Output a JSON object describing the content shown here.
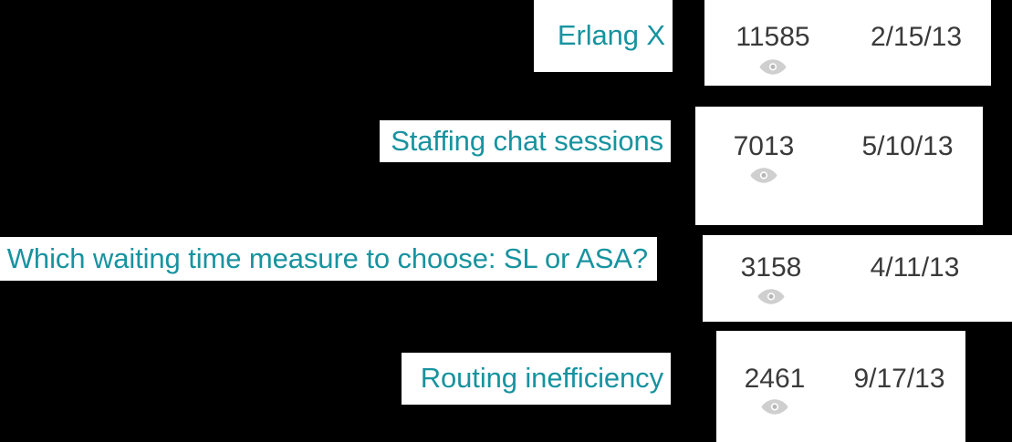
{
  "theme": {
    "background": "#000000",
    "panel_background": "#ffffff",
    "link_color": "#17939f",
    "stat_text_color": "#3a3a3a",
    "eye_icon_color": "#cfcfcf"
  },
  "list": {
    "columns": [
      "title",
      "views",
      "date"
    ],
    "items": [
      {
        "title": "Erlang X",
        "views": "11585",
        "date": "2/15/13",
        "views_icon": "eye-icon"
      },
      {
        "title": "Staffing chat sessions",
        "views": "7013",
        "date": "5/10/13",
        "views_icon": "eye-icon"
      },
      {
        "title": "Which waiting time measure to choose: SL or ASA?",
        "views": "3158",
        "date": "4/11/13",
        "views_icon": "eye-icon"
      },
      {
        "title": "Routing inefficiency",
        "views": "2461",
        "date": "9/17/13",
        "views_icon": "eye-icon"
      }
    ]
  }
}
